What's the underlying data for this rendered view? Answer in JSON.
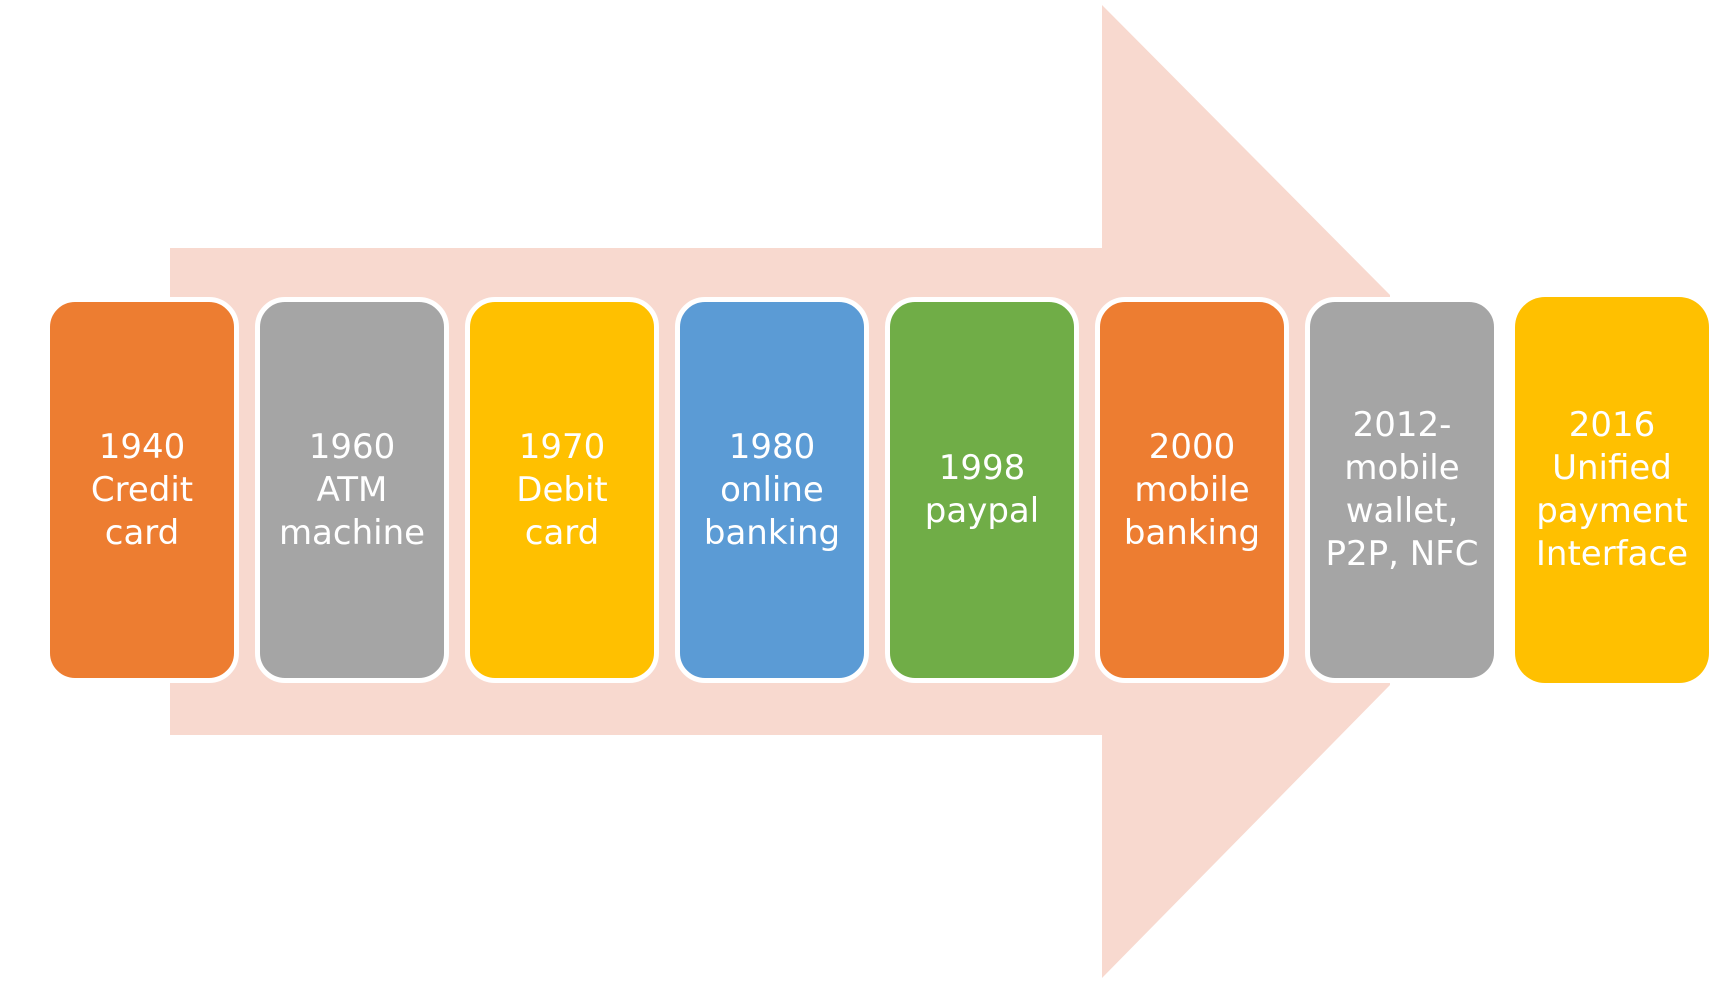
{
  "arrow": {
    "color": "#F8D9CF"
  },
  "stages": [
    {
      "label": "1940\nCredit\ncard",
      "color": "#ED7D31"
    },
    {
      "label": "1960\nATM\nmachine",
      "color": "#A5A5A5"
    },
    {
      "label": "1970\nDebit\ncard",
      "color": "#FFC000"
    },
    {
      "label": "1980\nonline\nbanking",
      "color": "#5B9BD5"
    },
    {
      "label": "1998\npaypal",
      "color": "#70AD47"
    },
    {
      "label": "2000\nmobile\nbanking",
      "color": "#ED7D31"
    },
    {
      "label": "2012-\nmobile\nwallet,\nP2P, NFC",
      "color": "#A5A5A5"
    },
    {
      "label": "2016\nUnified\npayment\nInterface",
      "color": "#FFC000"
    }
  ]
}
